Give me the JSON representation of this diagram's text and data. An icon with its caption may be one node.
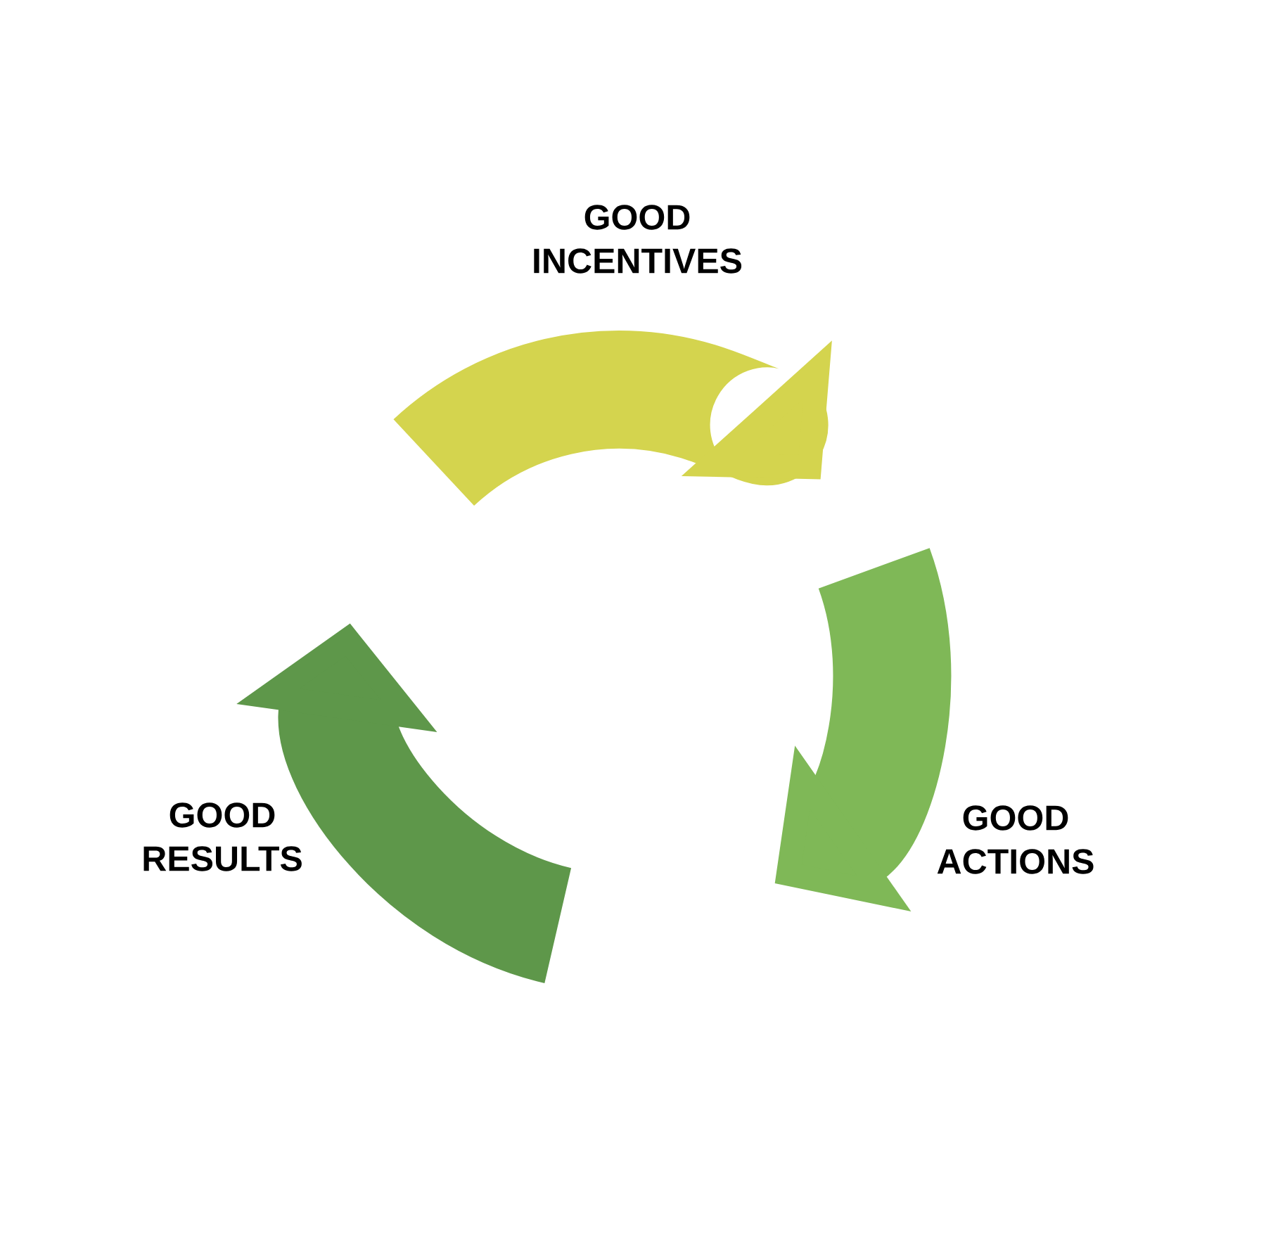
{
  "diagram": {
    "nodes": [
      {
        "text": [
          "GOOD INCENTIVES"
        ]
      },
      {
        "text": [
          "GOOD ACTIONS"
        ]
      },
      {
        "text": [
          "GOOD RESULTS"
        ]
      }
    ]
  }
}
